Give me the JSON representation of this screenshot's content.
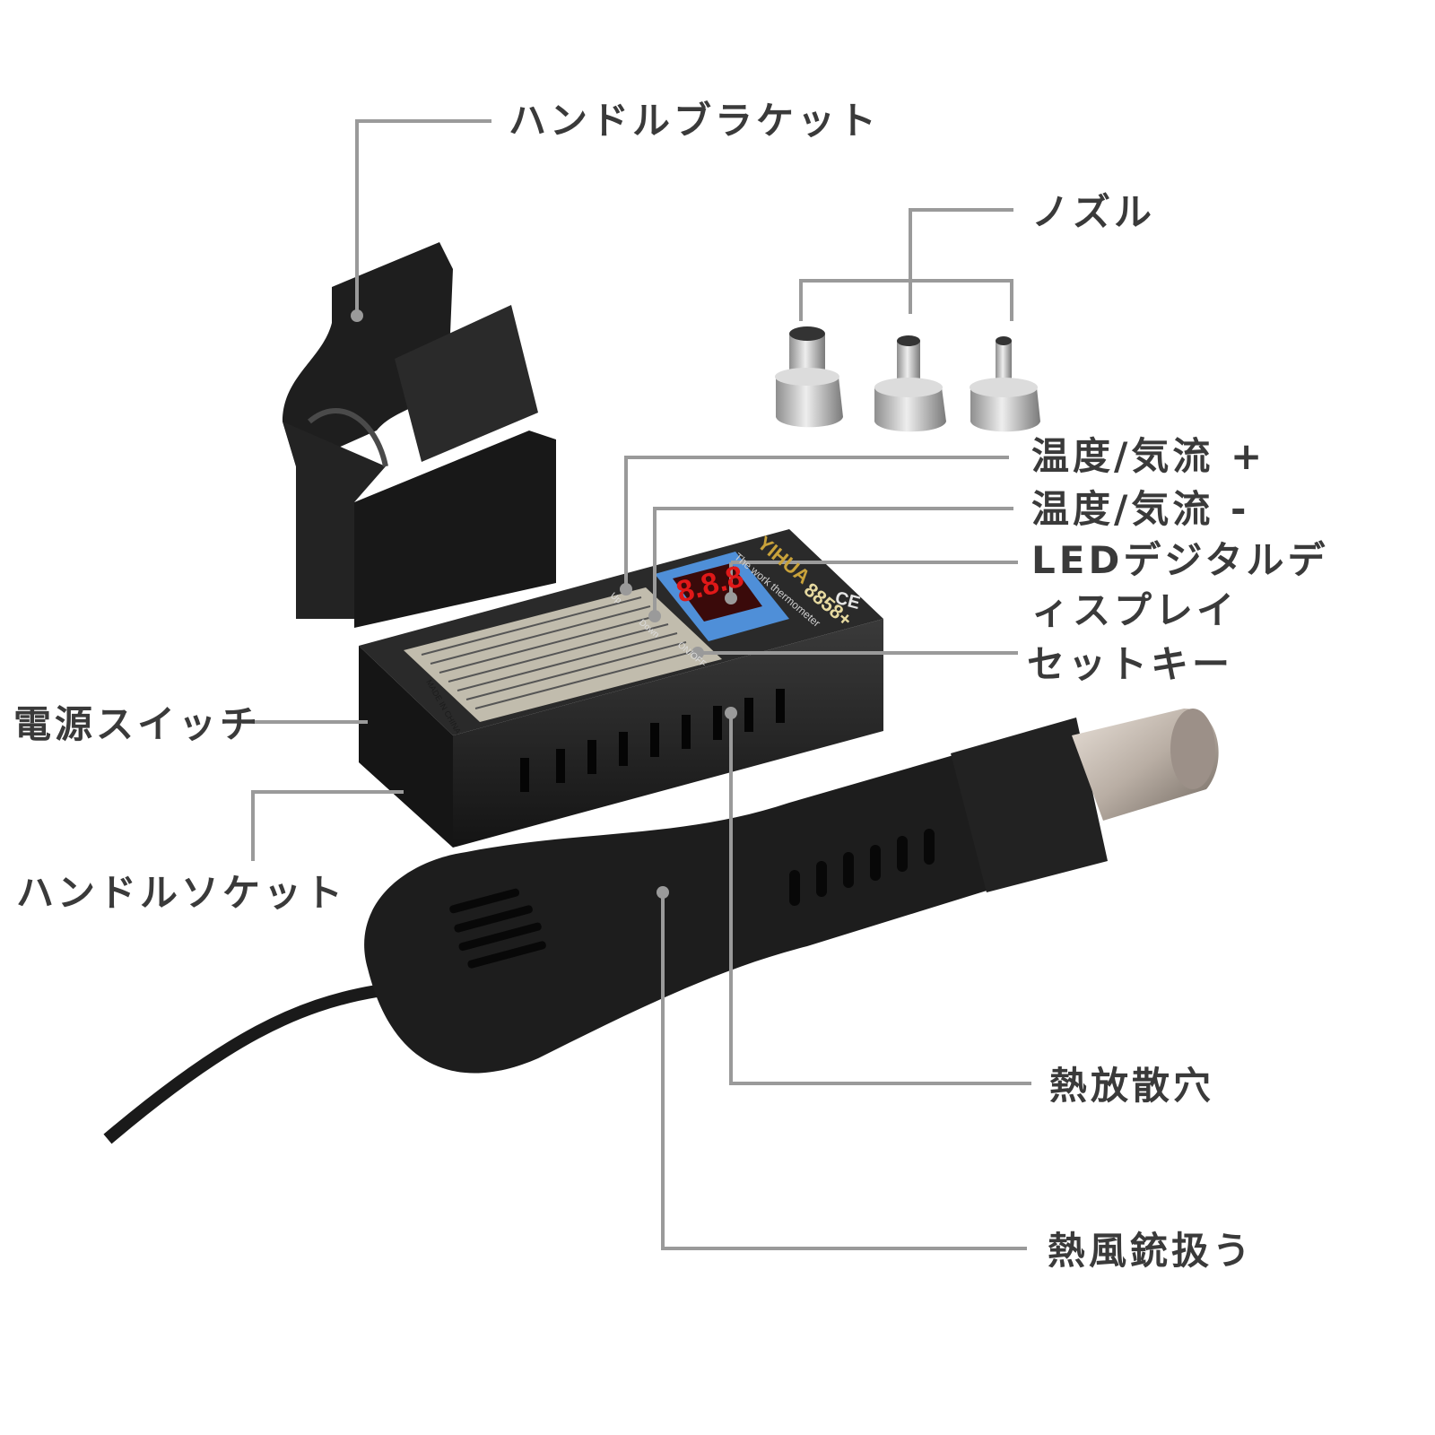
{
  "labels": {
    "handle_bracket": "ハンドルブラケット",
    "nozzle": "ノズル",
    "temp_air_up": "温度/気流 +",
    "temp_air_down": "温度/気流 -",
    "led_display_line1": "LEDデジタルデ",
    "led_display_line2": "ィスプレイ",
    "set_key": "セットキー",
    "power_switch": "電源スイッチ",
    "handle_socket": "ハンドルソケット",
    "heat_vents": "熱放散穴",
    "heat_gun_handle": "熱風銃扱う"
  },
  "device": {
    "brand": "YIHUA",
    "model": "8858+",
    "subtitle": "The work thermometer",
    "cert": "CE",
    "display_value": "8.8.8",
    "btn_up_label": "Up",
    "btn_down_label": "Down",
    "btn_onoff_label": "ON/OFF",
    "made_in": "MADE IN CHINA"
  },
  "colors": {
    "leader": "#9a9a9a",
    "label_text": "#3a3a3a",
    "body_black": "#1c1c1c",
    "display_blue": "#4f8fd8",
    "led_red": "#e01818",
    "nozzle_metal": "#c8c8c8"
  }
}
